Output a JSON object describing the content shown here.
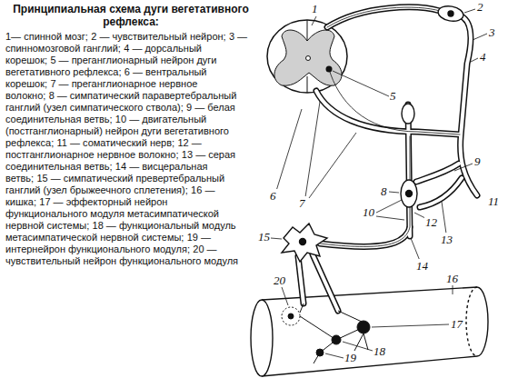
{
  "diagram": {
    "title": "Принципиальная схема дуги вегетативного рефлекса:",
    "labels": [
      "1— спинной мозг;",
      "2 — чувствительный нейрон;",
      "3 — спинномозговой ганглий;",
      "4 — дорсальный корешок;",
      "5 — преганглионарный нейрон дуги вегетативного рефлекса;",
      "6 — вентральный корешок;",
      "7 — преганглионарное нервное волокно;",
      "8 — симпатический паравертебральный ганглий (узел симпатического ствола);",
      "9 — белая соединительная ветвь;",
      "10 — двигательный (постганглионарный) нейрон дуги вегетативного рефлекса;",
      "11 — соматический нерв;",
      "12 — постганглионарное нервное волокно;",
      "13 — серая соединительная ветвь;",
      "14 — висцеральная ветвь;",
      "15 — симпатический превертебральный ганглий (узел брыжеечного сплетения);",
      "16 — кишка;",
      "17 — эффекторный нейрон функционального модуля метасимпатической нервной системы;",
      "18 — функциональный модуль метасимпатической нервной системы;",
      "19 — интернейрон функционального модуля;",
      "20 — чувствительный нейрон функционального модуля",
      "1",
      "2",
      "3",
      "4",
      "5",
      "6",
      "7",
      "8",
      "9",
      "10",
      "11",
      "12",
      "13",
      "14",
      "15",
      "16",
      "17",
      "18",
      "19",
      "20"
    ]
  }
}
